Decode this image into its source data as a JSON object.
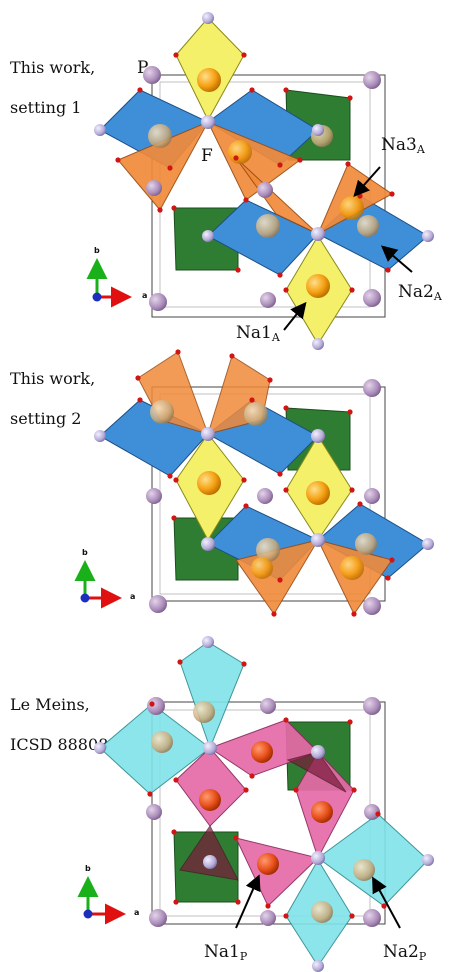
{
  "panels": [
    {
      "label_line1": "This work,",
      "label_line2": "setting 1"
    },
    {
      "label_line1": "This work,",
      "label_line2": "setting 2"
    },
    {
      "label_line1": "Le Meins,",
      "label_line2": "ICSD 88808"
    }
  ],
  "atom_labels": {
    "P": "P",
    "F": "F",
    "na3a_main": "Na3",
    "na3a_sub": "A",
    "na2a_main": "Na2",
    "na2a_sub": "A",
    "na1a_main": "Na1",
    "na1a_sub": "A",
    "na1p_main": "Na1",
    "na1p_sub": "P",
    "na2p_main": "Na2",
    "na2p_sub": "P"
  },
  "axes": {
    "b": "b",
    "a": "a"
  },
  "colors": {
    "blue_octa": "#3f8fd8",
    "orange_tet": "#f08a3a",
    "yellow_tet": "#f4f06a",
    "green_octa": "#2f7d33",
    "pink_tet": "#e66aa8",
    "cyan_octa": "#7fe3e8",
    "na_atom": "#f5a012",
    "f_atom": "#b7b0d6",
    "o_atom": "#d21414"
  }
}
